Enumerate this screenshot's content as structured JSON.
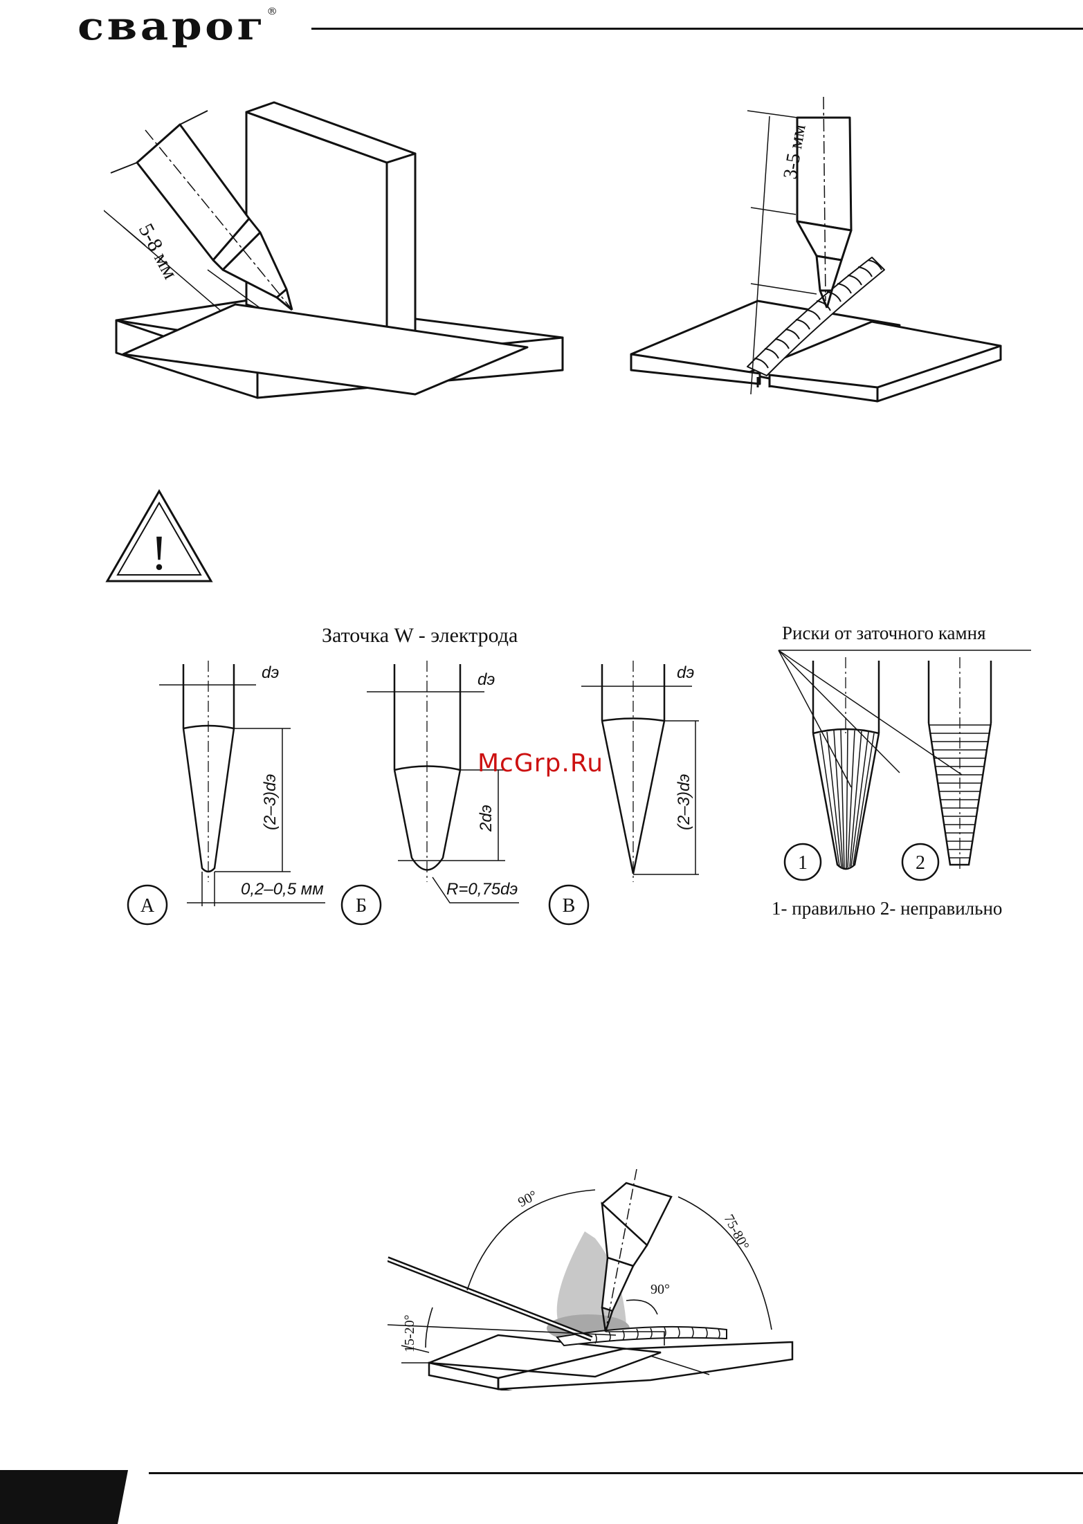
{
  "header": {
    "logo_text": "сварог",
    "registered_mark": "®"
  },
  "figure1": {
    "fillet_dimension": "5-8 мм",
    "butt_dimension": "3-5 мм"
  },
  "warning": {
    "icon": "warning-triangle-icon",
    "symbol": "!"
  },
  "figure2": {
    "title": "Заточка W - электрода",
    "diameter_label": "dэ",
    "variant_a": {
      "letter": "А",
      "length_label": "(2–3)dэ",
      "tip_label": "0,2–0,5 мм"
    },
    "variant_b": {
      "letter": "Б",
      "length_label": "2dэ",
      "radius_label": "R=0,75dэ"
    },
    "variant_c": {
      "letter": "В",
      "length_label": "(2–3)dэ"
    },
    "marks_title": "Риски от заточного камня",
    "marks": [
      {
        "number": "1"
      },
      {
        "number": "2"
      }
    ],
    "caption": "1- правильно 2- неправильно"
  },
  "watermark": "McGrp.Ru",
  "figure3": {
    "angle_torch": "90°",
    "angle_work": "75-80°",
    "angle_perp": "90°",
    "angle_filler": "15-20°"
  }
}
